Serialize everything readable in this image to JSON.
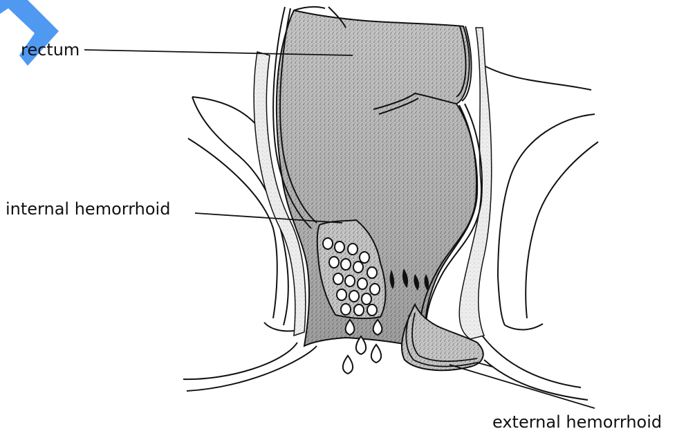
{
  "labels": {
    "rectum": "rectum",
    "internal_hemorrhoid": "internal hemorrhoid",
    "external_hemorrhoid": "external hemorrhoid"
  },
  "colors": {
    "ink": "#111111",
    "stipple": "#bdbdbd",
    "stipple_dark": "#8f8f8f",
    "tissue_light": "#e4e4e4",
    "corner_mark": "#3d8ef0"
  }
}
